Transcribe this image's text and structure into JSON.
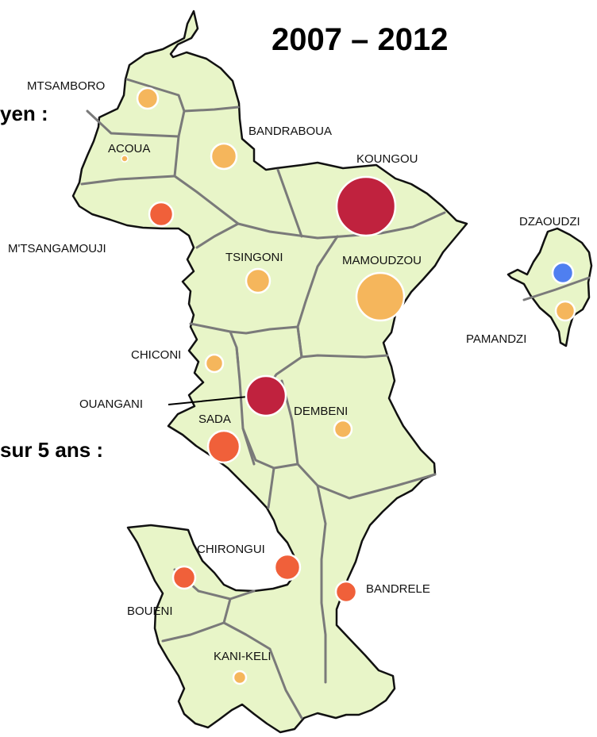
{
  "title": "2007 – 2012",
  "side_texts": [
    "yen :",
    "sur 5 ans :"
  ],
  "colors": {
    "land": "#e8f5c8",
    "coast": "#111111",
    "border": "#7a7a7a",
    "dark_red": "#c0223e",
    "red_orange": "#f0603a",
    "orange": "#f5b65c",
    "blue": "#4f7ff0"
  },
  "communes": [
    {
      "name": "MTSAMBORO",
      "color_class": "orange",
      "size": "small"
    },
    {
      "name": "ACOUA",
      "color_class": "orange",
      "size": "tiny"
    },
    {
      "name": "BANDRABOUA",
      "color_class": "orange",
      "size": "small"
    },
    {
      "name": "KOUNGOU",
      "color_class": "dark_red",
      "size": "very-large"
    },
    {
      "name": "M'TSANGAMOUJI",
      "color_class": "red_orange",
      "size": "small"
    },
    {
      "name": "TSINGONI",
      "color_class": "orange",
      "size": "small"
    },
    {
      "name": "MAMOUDZOU",
      "color_class": "orange",
      "size": "large"
    },
    {
      "name": "DZAOUDZI",
      "color_class": "blue",
      "size": "small"
    },
    {
      "name": "PAMANDZI",
      "color_class": "orange",
      "size": "small"
    },
    {
      "name": "CHICONI",
      "color_class": "orange",
      "size": "small"
    },
    {
      "name": "OUANGANI",
      "color_class": "dark_red",
      "size": "medium"
    },
    {
      "name": "SADA",
      "color_class": "red_orange",
      "size": "medium"
    },
    {
      "name": "DEMBENI",
      "color_class": "orange",
      "size": "small"
    },
    {
      "name": "CHIRONGUI",
      "color_class": "red_orange",
      "size": "small"
    },
    {
      "name": "BOUENI",
      "color_class": "red_orange",
      "size": "small"
    },
    {
      "name": "BANDRELE",
      "color_class": "red_orange",
      "size": "small"
    },
    {
      "name": "KANI-KELI",
      "color_class": "orange",
      "size": "tiny"
    }
  ]
}
